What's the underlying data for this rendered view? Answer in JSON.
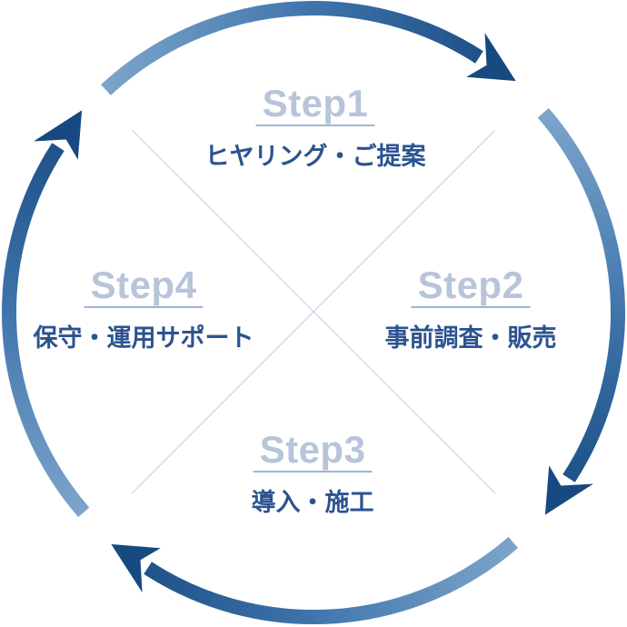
{
  "diagram": {
    "type": "cycle",
    "steps": [
      {
        "label": "Step1",
        "caption": "ヒヤリング・ご提案",
        "position": "top"
      },
      {
        "label": "Step2",
        "caption": "事前調査・販売",
        "position": "right"
      },
      {
        "label": "Step3",
        "caption": "導入・施工",
        "position": "bottom"
      },
      {
        "label": "Step4",
        "caption": "保守・運用サポート",
        "position": "left"
      }
    ],
    "colors": {
      "arc_gradient_start": "#7CA4CB",
      "arc_gradient_mid": "#3F74AB",
      "arc_gradient_end": "#164A80",
      "step_label": "#B7C4D9",
      "step_underline": "#9FB6D3",
      "caption_text": "#2C5390",
      "divider_line": "#C3CAE3",
      "background": "#FFFFFF"
    }
  }
}
